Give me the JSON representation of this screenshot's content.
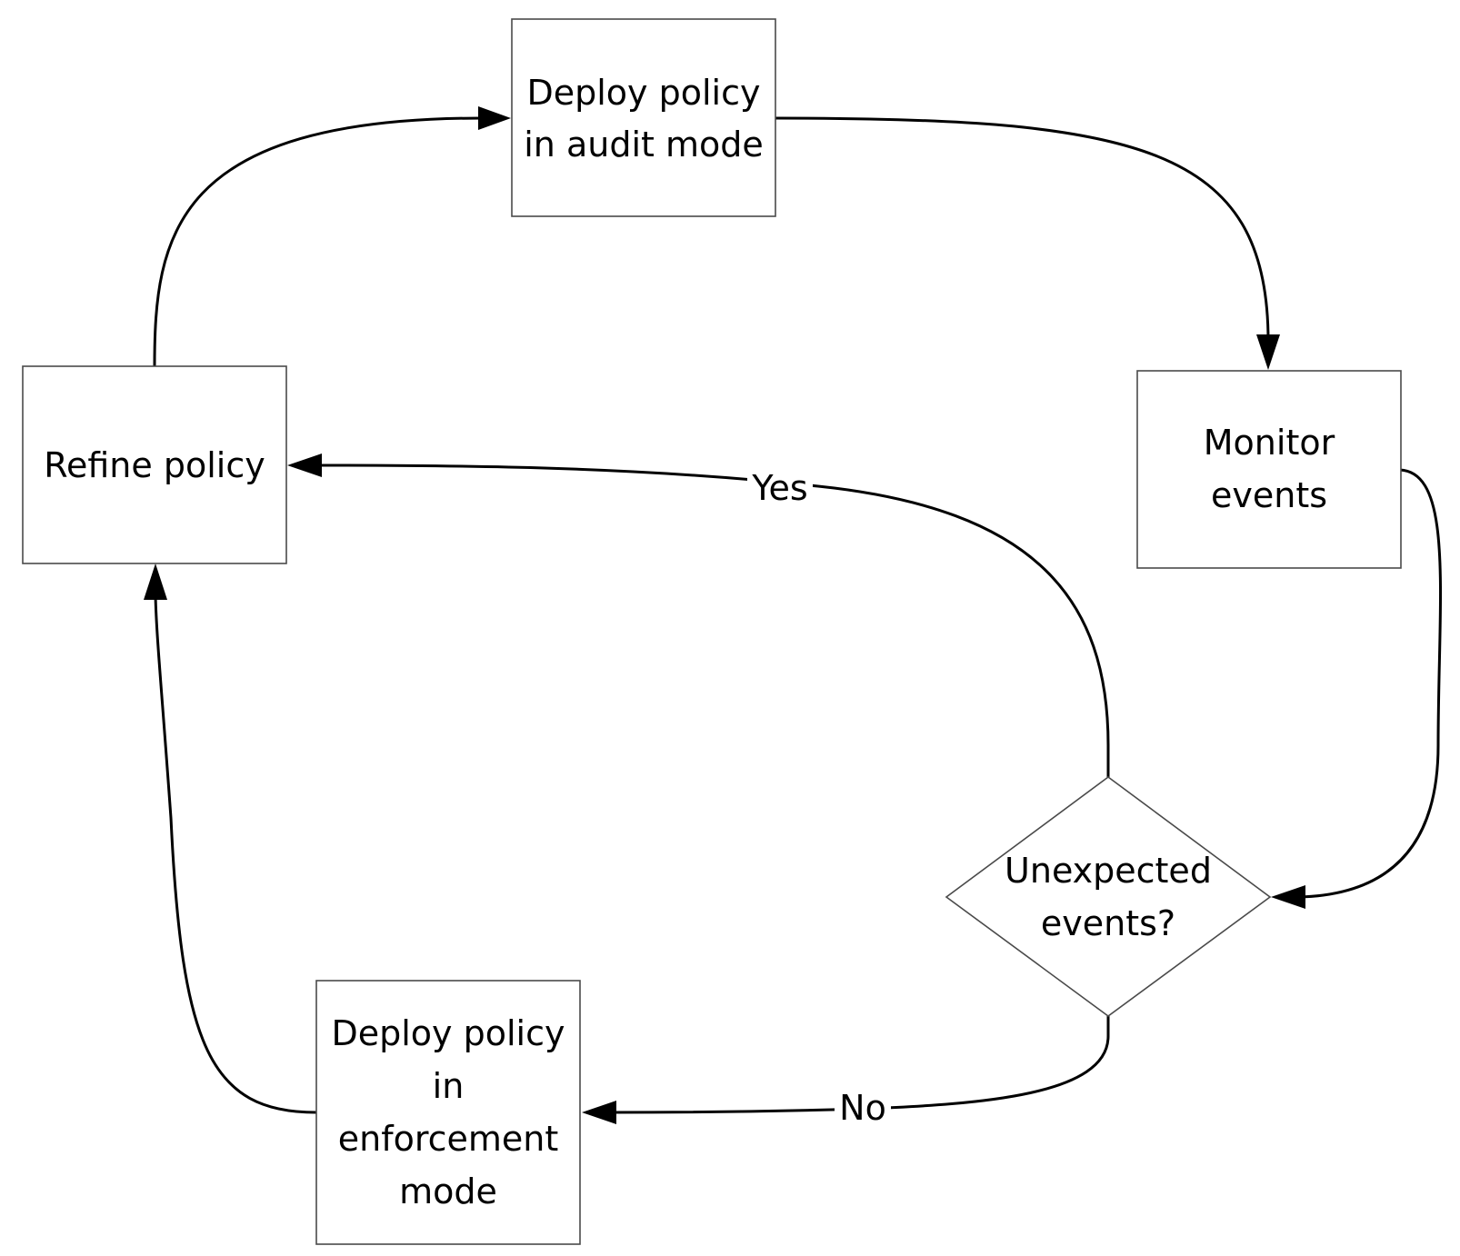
{
  "nodes": {
    "deploy_audit": {
      "lines": [
        "Deploy policy",
        "in audit mode"
      ]
    },
    "monitor": {
      "lines": [
        "Monitor",
        "events"
      ]
    },
    "decision": {
      "lines": [
        "Unexpected",
        "events?"
      ]
    },
    "refine": {
      "lines": [
        "Refine policy"
      ]
    },
    "deploy_enforce": {
      "lines": [
        "Deploy policy",
        "in",
        "enforcement",
        "mode"
      ]
    }
  },
  "edges": {
    "yes_label": "Yes",
    "no_label": "No"
  },
  "colors": {
    "box_border": "#4a4a4a",
    "line": "#000000",
    "background": "#ffffff"
  }
}
